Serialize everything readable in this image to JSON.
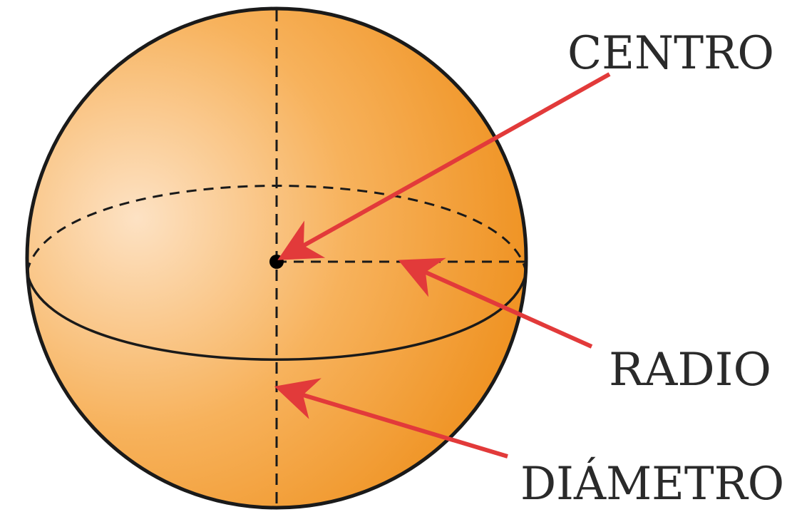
{
  "labels": {
    "center": "CENTRO",
    "radius": "RADIO",
    "diameter": "DIÁMETRO"
  },
  "colors": {
    "sphere_light": "#fde2c4",
    "sphere_mid": "#f7b25c",
    "sphere_dark": "#ee8e1a",
    "outline": "#1a1a1a",
    "arrow": "#e23a3a",
    "text": "#2a2a2a"
  }
}
